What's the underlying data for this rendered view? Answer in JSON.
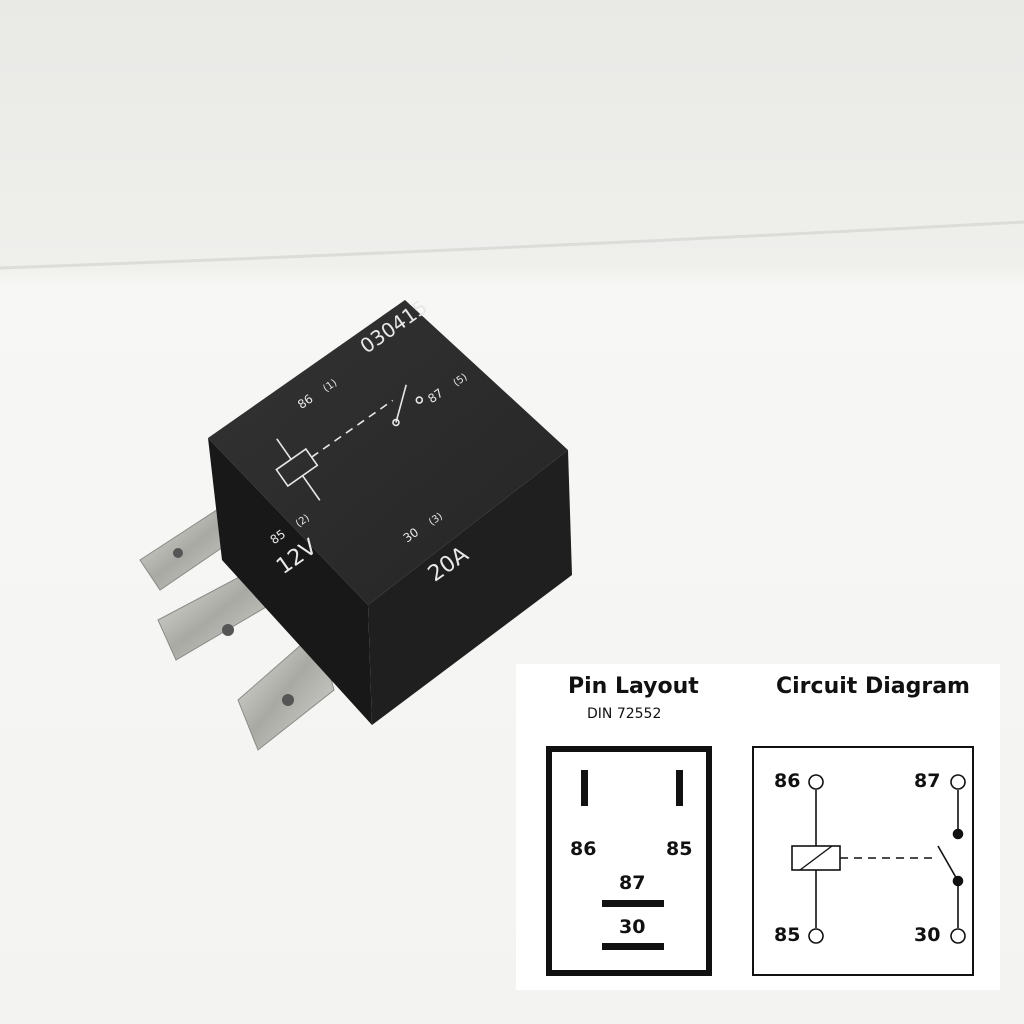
{
  "relay": {
    "part_number": "030415",
    "voltage": "12V",
    "current": "20A",
    "pin_86": "86",
    "pin_86_index": "(1)",
    "pin_85": "85",
    "pin_85_index": "(2)",
    "pin_87": "87",
    "pin_87_index": "(5)",
    "pin_30": "30",
    "pin_30_index": "(3)"
  },
  "pin_layout": {
    "title": "Pin Layout",
    "standard": "DIN 72552",
    "pin_86": "86",
    "pin_85": "85",
    "pin_87": "87",
    "pin_30": "30"
  },
  "circuit_diagram": {
    "title": "Circuit Diagram",
    "pin_86": "86",
    "pin_87": "87",
    "pin_85": "85",
    "pin_30": "30"
  },
  "colors": {
    "background": "#f2f2ef",
    "relay_body": "#2b2b2b",
    "terminal_metal": "#c8c8c4",
    "diagram_ink": "#111111"
  }
}
